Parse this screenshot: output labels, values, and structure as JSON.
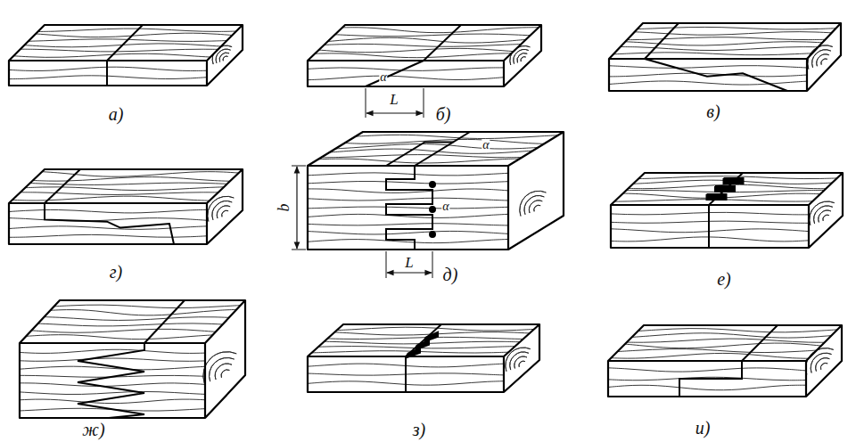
{
  "diagram": {
    "labels": [
      "а)",
      "б)",
      "L",
      "α",
      "в)",
      "г)",
      "д)",
      "b",
      "α",
      "α",
      "L",
      "е)",
      "ж)",
      "з)",
      "и)"
    ]
  }
}
